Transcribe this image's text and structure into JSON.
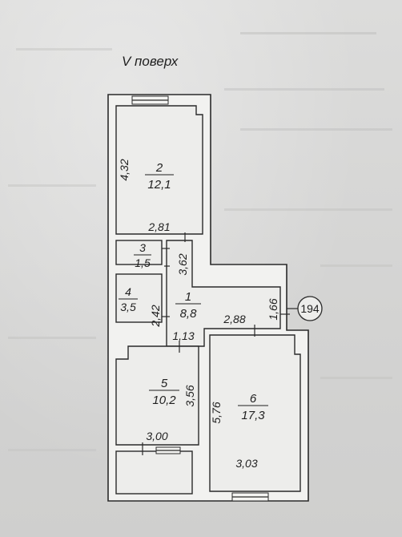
{
  "floor_label": "V поверх",
  "rooms": [
    {
      "id": "1",
      "number": "1",
      "area": "8,8"
    },
    {
      "id": "2",
      "number": "2",
      "area": "12,1"
    },
    {
      "id": "3",
      "number": "3",
      "area": "1,5"
    },
    {
      "id": "4",
      "number": "4",
      "area": "3,5"
    },
    {
      "id": "5",
      "number": "5",
      "area": "10,2"
    },
    {
      "id": "6",
      "number": "6",
      "area": "17,3"
    }
  ],
  "dimensions": {
    "d_4_32": "4,32",
    "d_2_81": "2,81",
    "d_3_62": "3,62",
    "d_2_42": "2,42",
    "d_1_13": "1,13",
    "d_2_88": "2,88",
    "d_1_66": "1,66",
    "d_3_56": "3,56",
    "d_5_76": "5,76",
    "d_3_00": "3,00",
    "d_3_03": "3,03"
  },
  "marker": "194",
  "colors": {
    "ink": "#1f1f1f",
    "paper": "#d9d8d6",
    "wall": "#f2f2f0"
  }
}
